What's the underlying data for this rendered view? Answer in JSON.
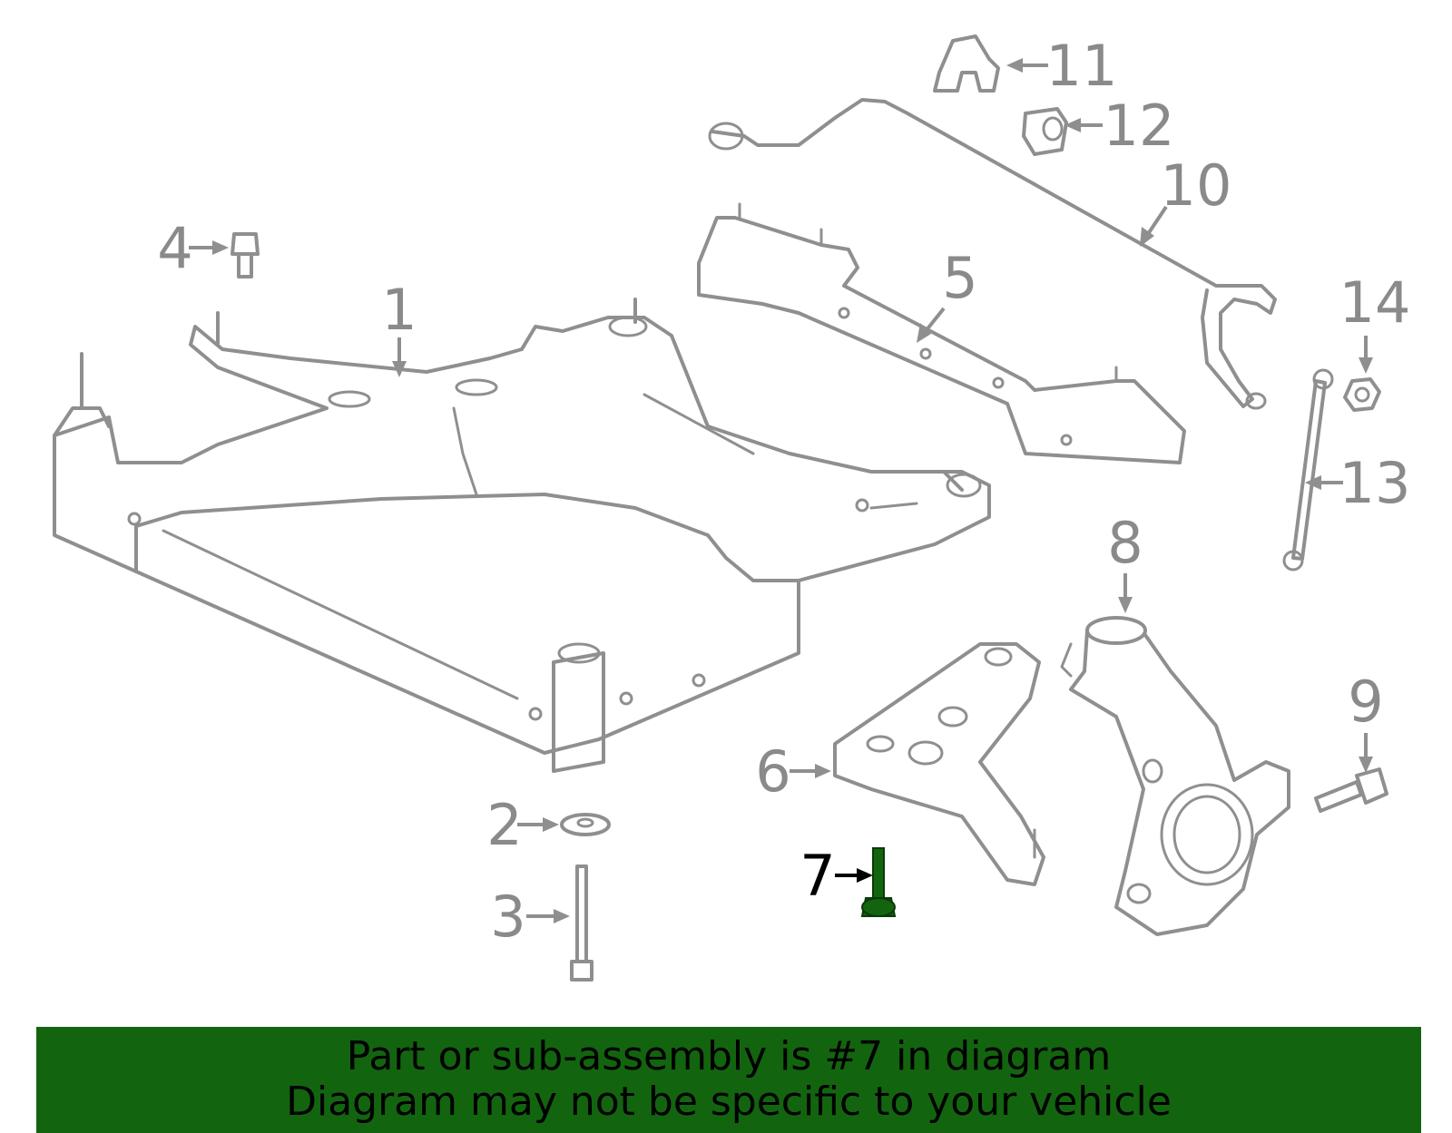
{
  "callouts": [
    "1",
    "2",
    "3",
    "4",
    "5",
    "6",
    "7",
    "8",
    "9",
    "10",
    "11",
    "12",
    "13",
    "14"
  ],
  "highlighted_part": "7",
  "colors": {
    "highlight": "#13640f",
    "line_art": "#8f8f8f",
    "banner": "#13640f"
  },
  "banner": {
    "line1": "Part or sub-assembly is #7 in diagram",
    "line2": "Diagram may not be specific to your vehicle"
  }
}
